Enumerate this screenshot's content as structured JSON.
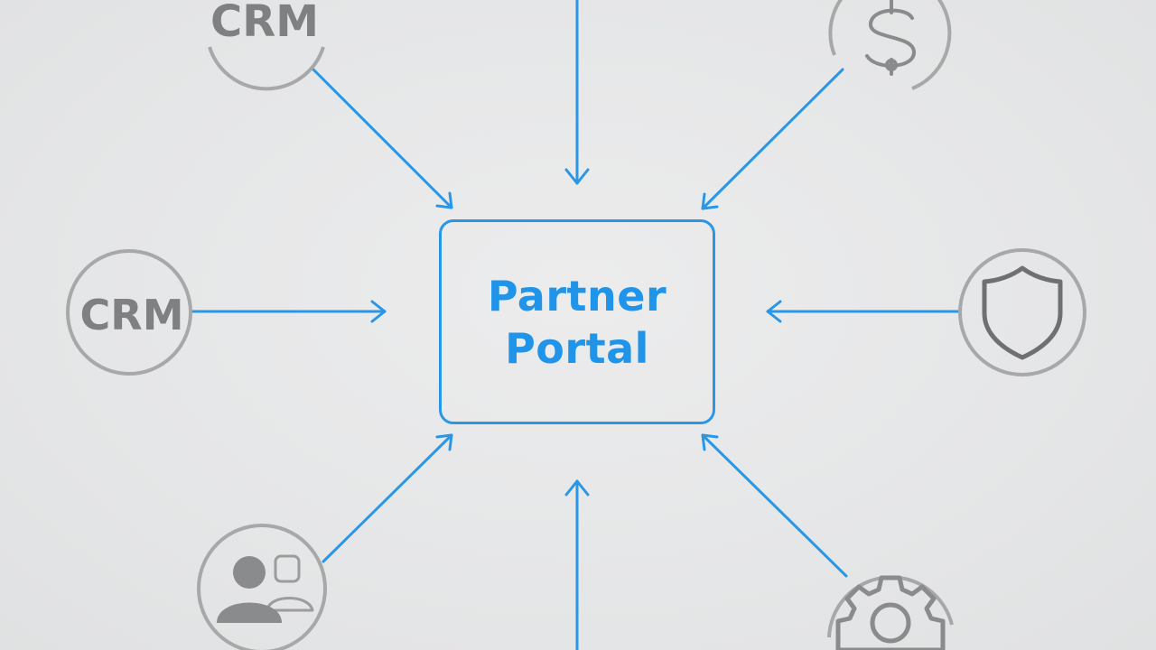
{
  "hub": {
    "line1": "Partner",
    "line2": "Portal"
  },
  "nodes": {
    "crm_top": {
      "label": "CRM",
      "icon": "crm-logo"
    },
    "crm_left": {
      "label": "CRM",
      "icon": "crm-logo"
    },
    "billing": {
      "icon": "dollar-icon"
    },
    "security": {
      "icon": "shield-icon"
    },
    "users": {
      "icon": "users-icon"
    },
    "settings": {
      "icon": "gear-icon"
    }
  },
  "colors": {
    "accent": "#2a97e6",
    "icon_gray": "#8a8b8c",
    "background": "#e6e7e8"
  }
}
